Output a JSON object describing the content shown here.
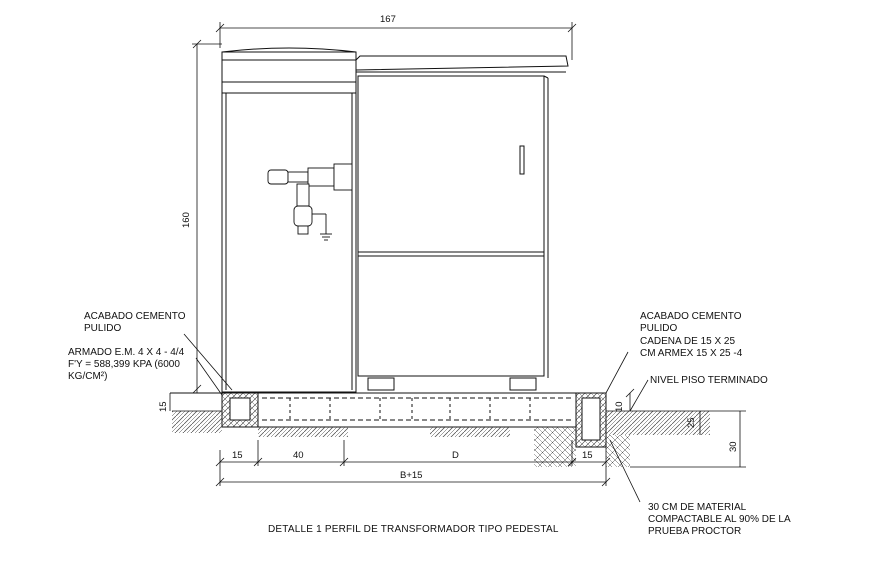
{
  "dimensions": {
    "total_width": "167",
    "height": "160",
    "base_height": "15",
    "curb_height": "10",
    "curb_depth": "25",
    "fill_depth": "30",
    "seg_left": "15",
    "seg_middle": "40",
    "seg_d": "D",
    "seg_right": "15",
    "overall": "B+15"
  },
  "labels": {
    "finish_left": [
      "ACABADO CEMENTO",
      "PULIDO"
    ],
    "rebar": [
      "ARMADO E.M. 4 X 4 - 4/4",
      "F'Y = 588,399 KPA (6000",
      "KG/CM²)"
    ],
    "finish_right": [
      "ACABADO CEMENTO",
      "PULIDO"
    ],
    "chain": [
      "CADENA DE 15 X 25",
      "CM ARMEX 15 X 25 -4"
    ],
    "floor_level": "NIVEL PISO TERMINADO",
    "fill_material": [
      "30 CM DE MATERIAL",
      "COMPACTABLE AL 90% DE LA",
      "PRUEBA PROCTOR"
    ]
  },
  "caption": "DETALLE 1 PERFIL DE TRANSFORMADOR TIPO PEDESTAL"
}
